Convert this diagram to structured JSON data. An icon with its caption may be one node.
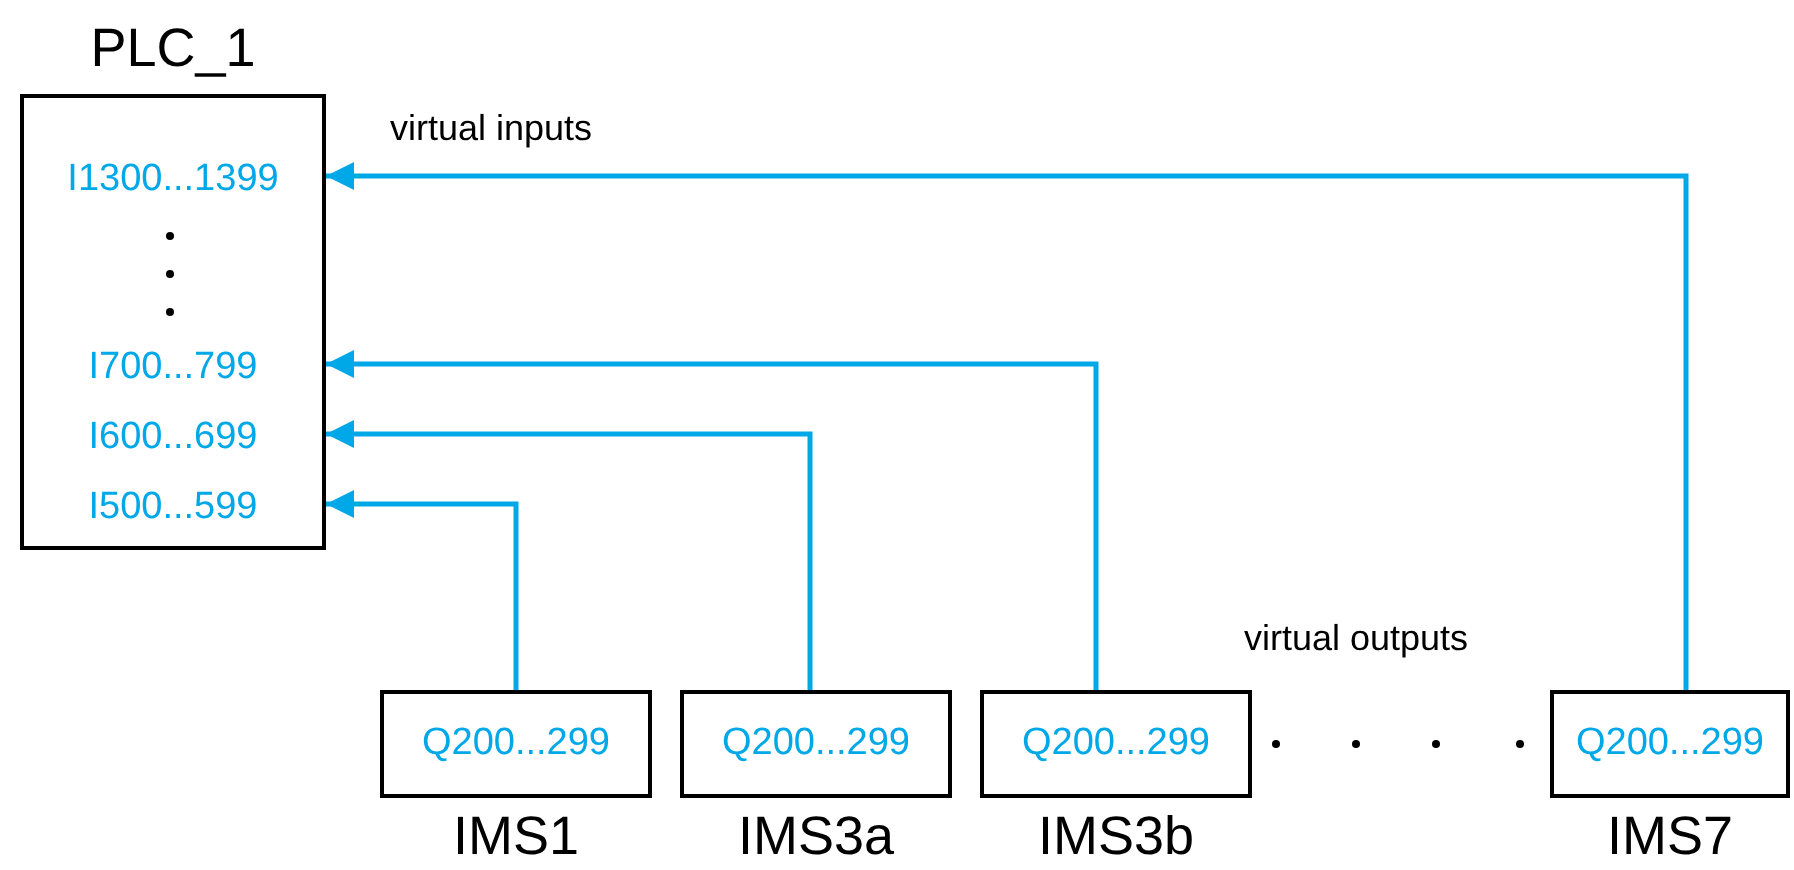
{
  "diagram": {
    "nodes": [
      {
        "text": [
          "PLC_1"
        ]
      },
      {
        "text": [
          "I1300...1399"
        ],
        "in": 0
      },
      {
        "text": [
          "I700...799"
        ],
        "in": 0
      },
      {
        "text": [
          "I600...699"
        ],
        "in": 0
      },
      {
        "text": [
          "I500...599"
        ],
        "in": 0
      },
      {
        "text": [
          "Q200...299",
          "IMS1"
        ]
      },
      {
        "text": [
          "Q200...299",
          "IMS3a"
        ]
      },
      {
        "text": [
          "Q200...299",
          "IMS3b"
        ]
      },
      {
        "text": [
          "Q200...299",
          "IMS7"
        ]
      }
    ],
    "edges": [
      {
        "from": 5,
        "to": 4,
        "arrow": "to"
      },
      {
        "from": 6,
        "to": 3,
        "arrow": "to"
      },
      {
        "from": 7,
        "to": 2,
        "arrow": "to"
      },
      {
        "from": 8,
        "to": 1,
        "arrow": "to"
      }
    ],
    "labels": [
      "virtual inputs",
      "virtual outputs"
    ]
  }
}
